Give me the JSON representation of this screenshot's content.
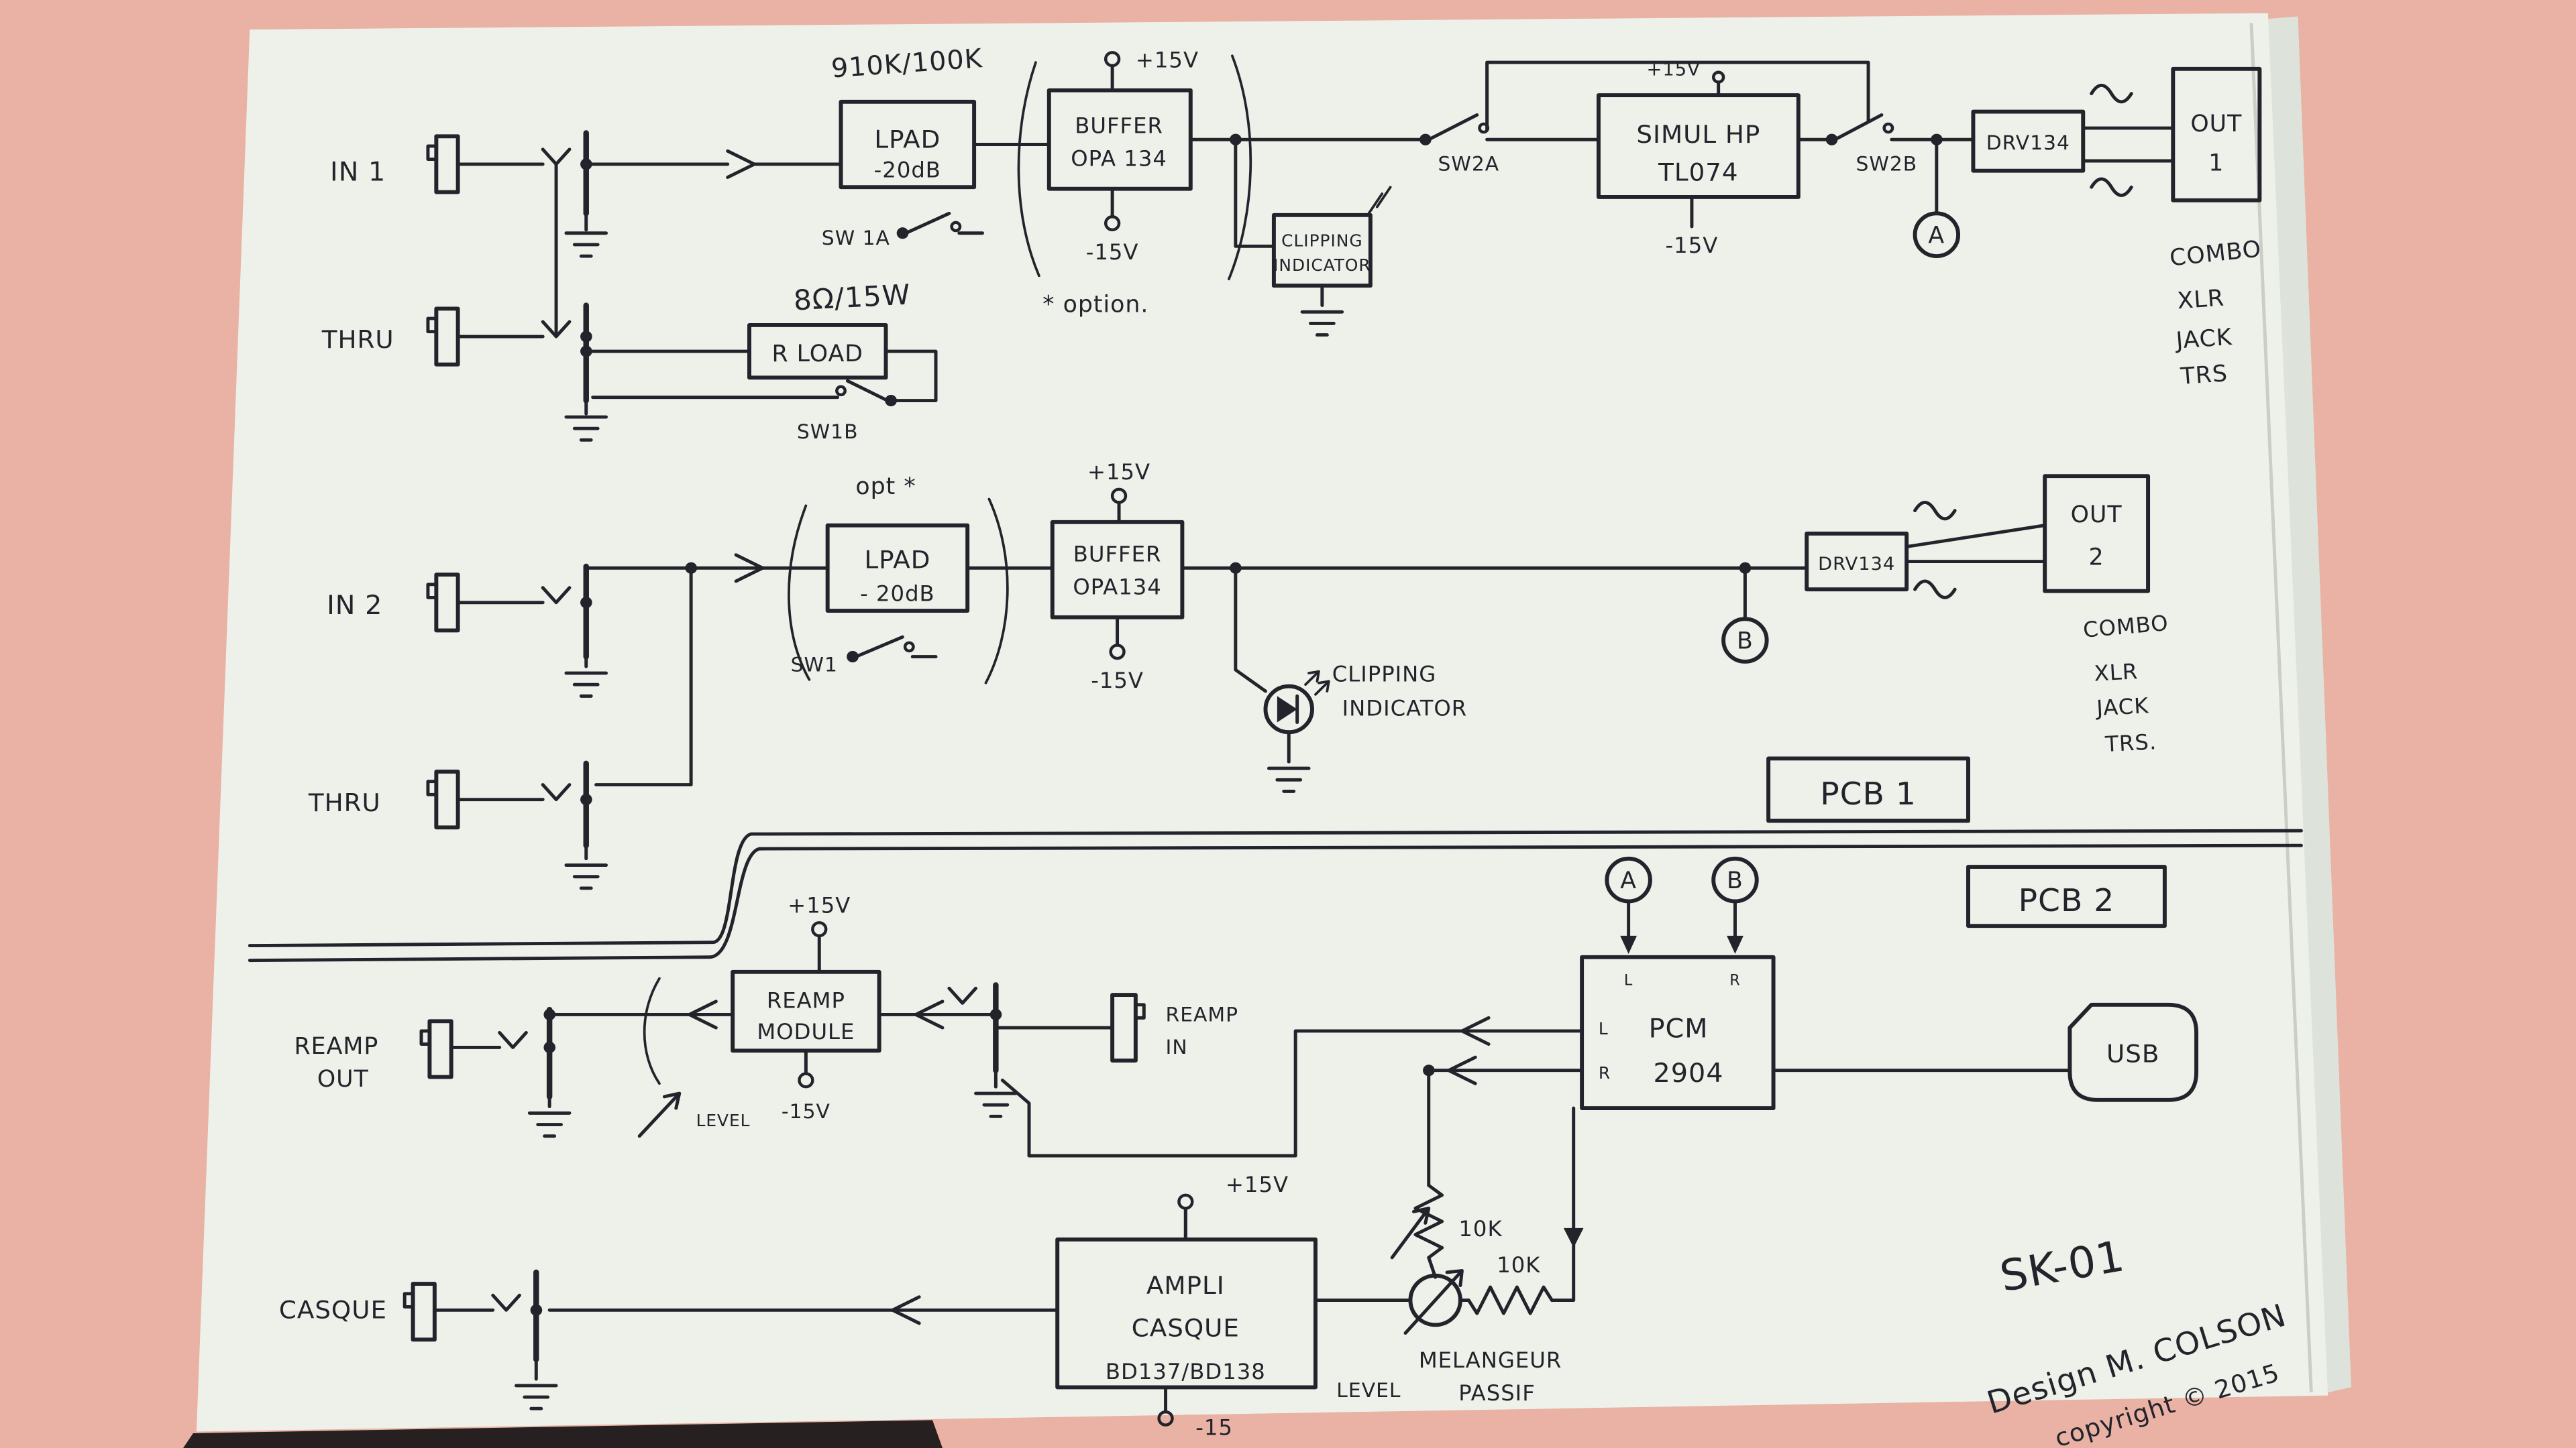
{
  "colors": {
    "background": "#e9b2a4",
    "paper": "#eef1ea",
    "paper_shadow": "#dde3da",
    "paper_edge": "#c9cfc6",
    "shadow_strip": "#262120",
    "ink": "#23232b"
  },
  "ch1": {
    "in": "IN 1",
    "lpad_note": "910K/100K",
    "lpad": "LPAD",
    "lpad_db": "-20dB",
    "sw1a": "SW 1A",
    "p15": "+15V",
    "buffer": "BUFFER",
    "opa": "OPA 134",
    "m15": "-15V",
    "option": "* option.",
    "clip1": "CLIPPING",
    "clip2": "INDICATOR",
    "sw2a": "SW2A",
    "hp_p15": "+15V",
    "simul": "SIMUL HP",
    "tl074": "TL074",
    "hp_m15": "-15V",
    "sw2b": "SW2B",
    "node_a": "A",
    "drv": "DRV134",
    "out": "OUT",
    "out_n": "1",
    "combo": "COMBO",
    "xlr": "XLR",
    "jack": "JACK",
    "trs": "TRS",
    "thru": "THRU",
    "rload_note": "8Ω/15W",
    "rload": "R LOAD",
    "sw1b": "SW1B"
  },
  "ch2": {
    "p15": "+15V",
    "opt": "opt *",
    "lpad": "LPAD",
    "lpad_db": "- 20dB",
    "sw1": "SW1",
    "buffer": "BUFFER",
    "opa": "OPA134",
    "m15": "-15V",
    "in": "IN 2",
    "clip1": "CLIPPING",
    "clip2": "INDICATOR",
    "node_b": "B",
    "drv": "DRV134",
    "out": "OUT",
    "out_n": "2",
    "combo": "COMBO",
    "xlr": "XLR",
    "jack": "JACK",
    "trs": "TRS.",
    "thru": "THRU"
  },
  "pcb": {
    "pcb1": "PCB 1",
    "pcb2": "PCB 2"
  },
  "reamp": {
    "node_a": "A",
    "node_b": "B",
    "pcm_top_l": "L",
    "pcm_top_r": "R",
    "pcm_in_l": "L",
    "pcm_name": "PCM",
    "pcm_in_r": "R",
    "pcm_num": "2904",
    "usb": "USB",
    "p15": "+15V",
    "module1": "REAMP",
    "module2": "MODULE",
    "m15": "-15V",
    "out1": "REAMP",
    "out2": "OUT",
    "level": "LEVEL",
    "in1": "REAMP",
    "in2": "IN"
  },
  "casque": {
    "p15": "+15V",
    "ampli1": "AMPLI",
    "ampli2": "CASQUE",
    "ampli3": "BD137/BD138",
    "m15": "-15",
    "label": "CASQUE",
    "level": "LEVEL",
    "r1": "10K",
    "r2": "10K",
    "mel1": "MELANGEUR",
    "mel2": "PASSIF"
  },
  "footer": {
    "model": "SK-01",
    "design": "Design M. COLSON",
    "copyright": "copyright © 2015"
  }
}
